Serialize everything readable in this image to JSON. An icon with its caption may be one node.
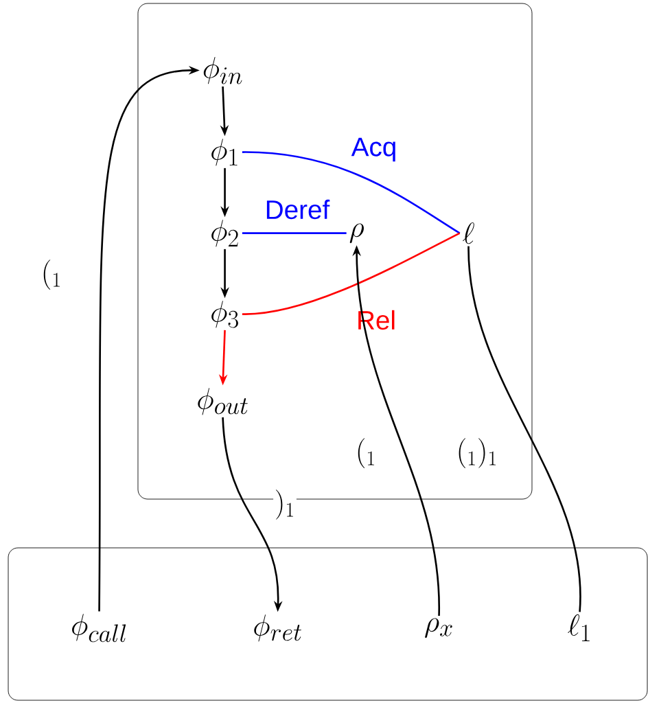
{
  "diagram": {
    "nodes": [
      {
        "text": [],
        "shape": "box"
      },
      {
        "text": [],
        "shape": "box"
      },
      {
        "text": [
          "\\phi_{in}"
        ],
        "in": 0
      },
      {
        "text": [
          "\\phi_{1}"
        ],
        "in": 0
      },
      {
        "text": [
          "\\phi_{2}"
        ],
        "in": 0
      },
      {
        "text": [
          "\\phi_{3}"
        ],
        "in": 0
      },
      {
        "text": [
          "\\phi_{out}"
        ],
        "in": 0
      },
      {
        "text": [
          "\\rho"
        ],
        "in": 0
      },
      {
        "text": [
          "\\ell"
        ],
        "in": 0
      },
      {
        "text": [
          "\\phi_{call}"
        ],
        "in": 1
      },
      {
        "text": [
          "\\phi_{ret}"
        ],
        "in": 1
      },
      {
        "text": [
          "\\rho_{x}"
        ],
        "in": 1
      },
      {
        "text": [
          "\\ell_{1}"
        ],
        "in": 1
      }
    ],
    "edges": [
      {
        "from": 2,
        "to": 3,
        "arrow": "to"
      },
      {
        "from": 3,
        "to": 4,
        "arrow": "to"
      },
      {
        "from": 4,
        "to": 5,
        "arrow": "to"
      },
      {
        "from": 5,
        "to": 6,
        "arrow": "to",
        "color": "#ff0000"
      },
      {
        "from": 3,
        "to": 8,
        "arrow": "none",
        "label": "Acq",
        "color": "#0000ff"
      },
      {
        "from": 4,
        "to": 7,
        "arrow": "none",
        "label": "Deref",
        "color": "#0000ff"
      },
      {
        "from": 5,
        "to": 8,
        "arrow": "none",
        "label": "Rel",
        "color": "#ff0000"
      },
      {
        "from": 9,
        "to": 2,
        "arrow": "to",
        "label": "(_{1}"
      },
      {
        "from": 6,
        "to": 10,
        "arrow": "to",
        "label": ")_{1}"
      },
      {
        "from": 11,
        "to": 7,
        "arrow": "to",
        "label": "(_{1}"
      },
      {
        "from": 12,
        "to": 8,
        "arrow": "none",
        "label": "(_{1})_{1}"
      }
    ]
  }
}
